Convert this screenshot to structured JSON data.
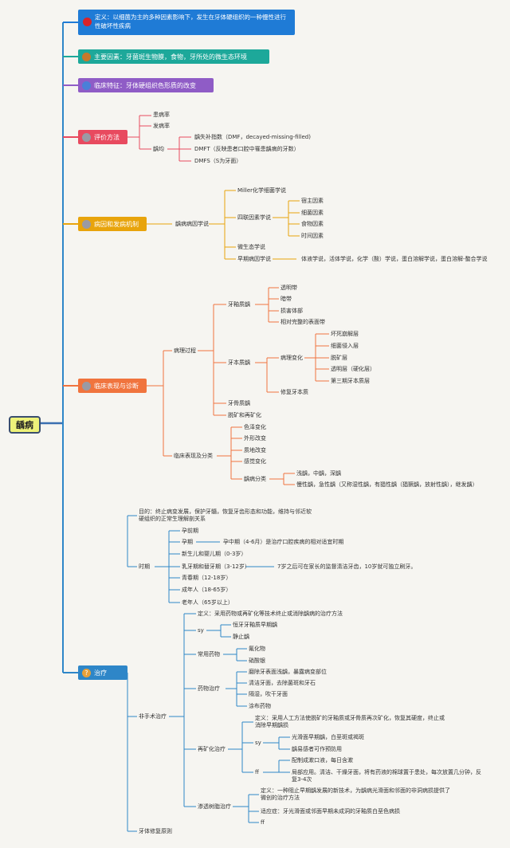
{
  "root": "龋病",
  "definition": "定义：以细菌为主的多种因素影响下，发生在牙体硬组织的一种慢性进行性破坏性疾病",
  "factors": "主要因素：牙菌斑生物膜，食物，牙所处的微生态环境",
  "clinical_feature": "临床特征：牙体硬组织色形质的改变",
  "evaluation": {
    "label": "评价方法",
    "items": [
      "患病率",
      "发病率",
      "龋均"
    ],
    "caries_mean": [
      "龋失补指数（DMF，decayed-missing-filled)",
      "DMFT（反映患者口腔中罹患龋病的牙数）",
      "DMFS（S为牙面）"
    ]
  },
  "etiology": {
    "label": "病因和发病机制",
    "theory": "龋病病因学说",
    "miller": "Miller化学细菌学说",
    "four_factor": "四联因素学说",
    "four_items": [
      "宿主因素",
      "细菌因素",
      "食物因素",
      "时间因素"
    ],
    "microecology": "微生态学说",
    "early": "早期病因学说",
    "early_detail": "体液学说，活体学说，化学（酸）学说，蛋白溶解学说，蛋白溶解-螯合学说"
  },
  "diagnosis": {
    "label": "临床表现与诊断",
    "pathology": "病理过程",
    "enamel": "牙釉质龋",
    "enamel_items": [
      "透明带",
      "暗带",
      "损害体部",
      "相对完整的表面带"
    ],
    "dentin": "牙本质龋",
    "pathology_change": "病理变化",
    "dentin_items": [
      "坏死崩解层",
      "细菌侵入层",
      "脱矿层",
      "透明层（硬化层）",
      "第三期牙本质层"
    ],
    "reparative": "修复牙本质",
    "cementum": "牙骨质龋",
    "remin": "脱矿和再矿化",
    "clinical": "临床表现及分类",
    "clinical_items": [
      "色泽变化",
      "外形改变",
      "质地改变",
      "感觉变化",
      "龋病分类"
    ],
    "classification": [
      "浅龋，中龋，深龋",
      "慢性龋，急性龋（又称湿性龋，有猖性龋（猖獗龋，放射性龋），继发龋）"
    ]
  },
  "treatment": {
    "label": "治疗",
    "purpose": "目的：终止病变发展，保护牙髓，恢复牙齿形态和功能，维持与邻近软硬组织的正常生理解剖关系",
    "timing": "时期",
    "periods": [
      "孕前期",
      "孕期",
      "新生儿和婴儿期（0-3岁）",
      "乳牙期和替牙期（3-12岁）",
      "青春期（12-18岁）",
      "成年人（18-65岁）",
      "老年人（65岁以上）"
    ],
    "pregnancy_note": "孕中期（4-6月）是治疗口腔疾病的相对适宜时期",
    "child_note": "7岁之后可在家长的监督清洁牙齿，10岁就可独立刷牙。",
    "nonsurgical": "非手术治疗",
    "ns_def": "定义：采用药物或再矿化等技术终止或消除龋病的治疗方法",
    "indication": "sy",
    "indication_items": [
      "恒牙牙釉质早期龋",
      "静止龋"
    ],
    "drugs": "常用药物",
    "drug_items": [
      "氟化物",
      "硝酸银"
    ],
    "drug_therapy": "药物治疗",
    "drug_steps": [
      "磨除牙表面浅龋，暴露病变部位",
      "清洁牙面，去除菌斑和牙石",
      "隔湿，吹干牙面",
      "涂布药物"
    ],
    "remin_therapy": "再矿化治疗",
    "remin_def": "定义：采用人工方法使脱矿的牙釉质或牙骨质再次矿化，恢复其硬度，终止或消除早期龋损",
    "remin_sy": "sy",
    "remin_sy_items": [
      "光滑面早期龋，白垩斑或褐斑",
      "龋易感者可作预防用"
    ],
    "remin_ff": "ff",
    "remin_ff_items": [
      "配制成漱口液，每日含漱",
      "局部应用。清洁、干燥牙面，将有药液的棉球置于患处，每次放置几分钟，反复3-4次"
    ],
    "sealant": "渗透树脂治疗",
    "sealant_def": "定义：一种阻止早期龋发展的新技术，为龋病光滑面和邻面的非洞病损提供了微创的治疗方法",
    "sealant_ind": "适应症：牙光滑面或邻面早期未成洞的牙釉质白垩色病损",
    "sealant_ff": "ff",
    "restoration": "牙体修复原则"
  },
  "colors": {
    "spine": "#2e86c8",
    "def": "#1f7bd6",
    "fac": "#1da89a",
    "clin": "#8f5cc6",
    "eval": "#e84a5f",
    "etio": "#e8a40c",
    "diag": "#f0743e",
    "treat": "#2e86c8"
  }
}
